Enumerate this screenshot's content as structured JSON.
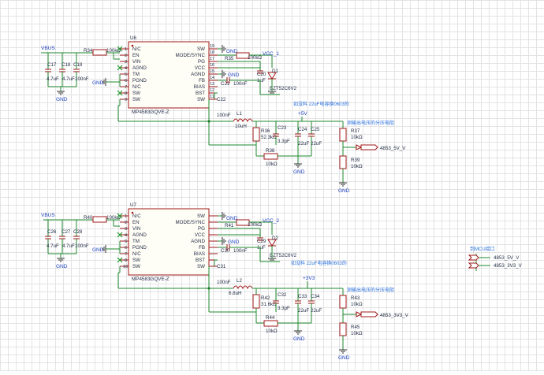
{
  "block1": {
    "vbus": "VBUS",
    "gnd": "GND",
    "caps_in": [
      {
        "ref": "C17",
        "value": "4.7uF"
      },
      {
        "ref": "C18",
        "value": "4.7uF"
      },
      {
        "ref": "C19",
        "value": "100nF"
      }
    ],
    "r_en": {
      "ref": "R34",
      "value": "100kΩ"
    },
    "ic": {
      "ref": "U6",
      "part": "MP4583GQVE-Z",
      "left": [
        "N/C",
        "EN",
        "VIN",
        "AGND",
        "TM",
        "PGND",
        "N/C",
        "SW",
        "SW"
      ],
      "right": [
        "SW",
        "MODE/SYNC",
        "PG",
        "VCC",
        "AGND",
        "FB",
        "BIAS",
        "BST",
        "SW"
      ]
    },
    "r_pg": {
      "ref": "R35",
      "value": "100kΩ"
    },
    "vcc_label": "VCC_1",
    "c_vcc": {
      "ref": "C20",
      "value": "1uF"
    },
    "zener": {
      "ref": "D1",
      "value": "BZT52C6V2"
    },
    "c_fb": {
      "ref": "C21",
      "value": "100nF"
    },
    "c_boot": {
      "ref": "C22",
      "value": "100nF"
    },
    "inductor": {
      "ref": "L1",
      "value": "10uH"
    },
    "note_caps": "如没料 22uF电容换0603的",
    "vout_label": "+5V",
    "r_fb_top": {
      "ref": "R36",
      "value": "52.3kΩ"
    },
    "c_ff": {
      "ref": "C23",
      "value": "3.3pF"
    },
    "caps_out": [
      {
        "ref": "C24",
        "value": "22uF"
      },
      {
        "ref": "C25",
        "value": "22uF"
      }
    ],
    "r_fb_bot": {
      "ref": "R38",
      "value": "10kΩ"
    },
    "note_divider": "测输出电压的分压电阻",
    "r_div_top": {
      "ref": "R37",
      "value": "10kΩ"
    },
    "r_div_bot": {
      "ref": "R39",
      "value": "10kΩ"
    },
    "port": "4853_5V_V"
  },
  "block2": {
    "vbus": "VBUS",
    "gnd": "GND",
    "caps_in": [
      {
        "ref": "C26",
        "value": "4.7uF"
      },
      {
        "ref": "C27",
        "value": "4.7uF"
      },
      {
        "ref": "C28",
        "value": "100nF"
      }
    ],
    "r_en": {
      "ref": "R40",
      "value": "100kΩ"
    },
    "ic": {
      "ref": "U7",
      "part": "MP4583GQVE-Z",
      "left": [
        "N/C",
        "EN",
        "VIN",
        "AGND",
        "TM",
        "PGND",
        "N/C",
        "SW",
        "SW"
      ],
      "right": [
        "SW",
        "MODE/SYNC",
        "PG",
        "VCC",
        "AGND",
        "FB",
        "BIAS",
        "BST",
        "SW"
      ]
    },
    "r_pg": {
      "ref": "R41",
      "value": "100kΩ"
    },
    "vcc_label": "VCC_2",
    "c_vcc": {
      "ref": "C29",
      "value": "1uF"
    },
    "zener": {
      "ref": "D2",
      "value": "BZT52C6V2"
    },
    "c_fb": {
      "ref": "C30",
      "value": "100nF"
    },
    "c_boot": {
      "ref": "C31",
      "value": "100nF"
    },
    "inductor": {
      "ref": "L2",
      "value": "6.8uH"
    },
    "note_caps": "如没料 22uF电容换0603的",
    "vout_label": "+3V3",
    "r_fb_top": {
      "ref": "R42",
      "value": "31.6kΩ"
    },
    "c_ff": {
      "ref": "C32",
      "value": "3.3pF"
    },
    "caps_out": [
      {
        "ref": "C33",
        "value": "22uF"
      },
      {
        "ref": "C34",
        "value": "22uF"
      }
    ],
    "r_fb_bot": {
      "ref": "R44",
      "value": "10kΩ"
    },
    "note_divider": "测输出电压的分压电阻",
    "r_div_top": {
      "ref": "R43",
      "value": "10kΩ"
    },
    "r_div_bot": {
      "ref": "R45",
      "value": "10kΩ"
    },
    "port": "4853_3V3_V"
  },
  "mcu": {
    "title": "到MCU接口",
    "ports": [
      "4853_5V_V",
      "4853_3V3_V"
    ]
  }
}
